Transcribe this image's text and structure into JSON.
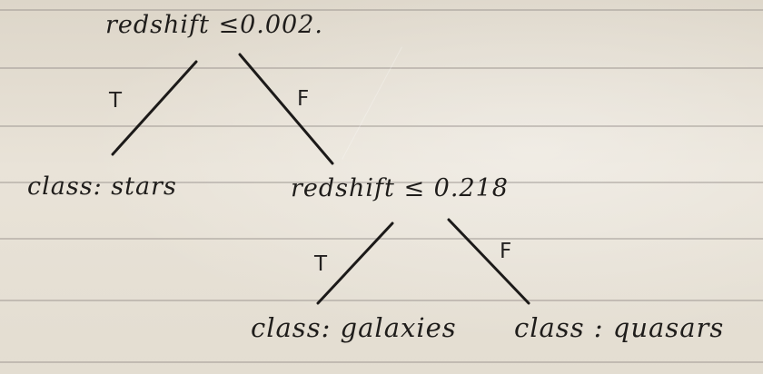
{
  "tree": {
    "root": {
      "condition": "redshift ≤0.002."
    },
    "root_true_label": "T",
    "root_false_label": "F",
    "leaf_stars": "class: stars",
    "mid": {
      "condition": "redshift ≤ 0.218"
    },
    "mid_true_label": "T",
    "mid_false_label": "F",
    "leaf_galaxies": "class: galaxies",
    "leaf_quasars": "class : quasars"
  },
  "colors": {
    "ink": "#1c1a19",
    "paper": "#e7e1d6",
    "rule": "#96918c"
  }
}
